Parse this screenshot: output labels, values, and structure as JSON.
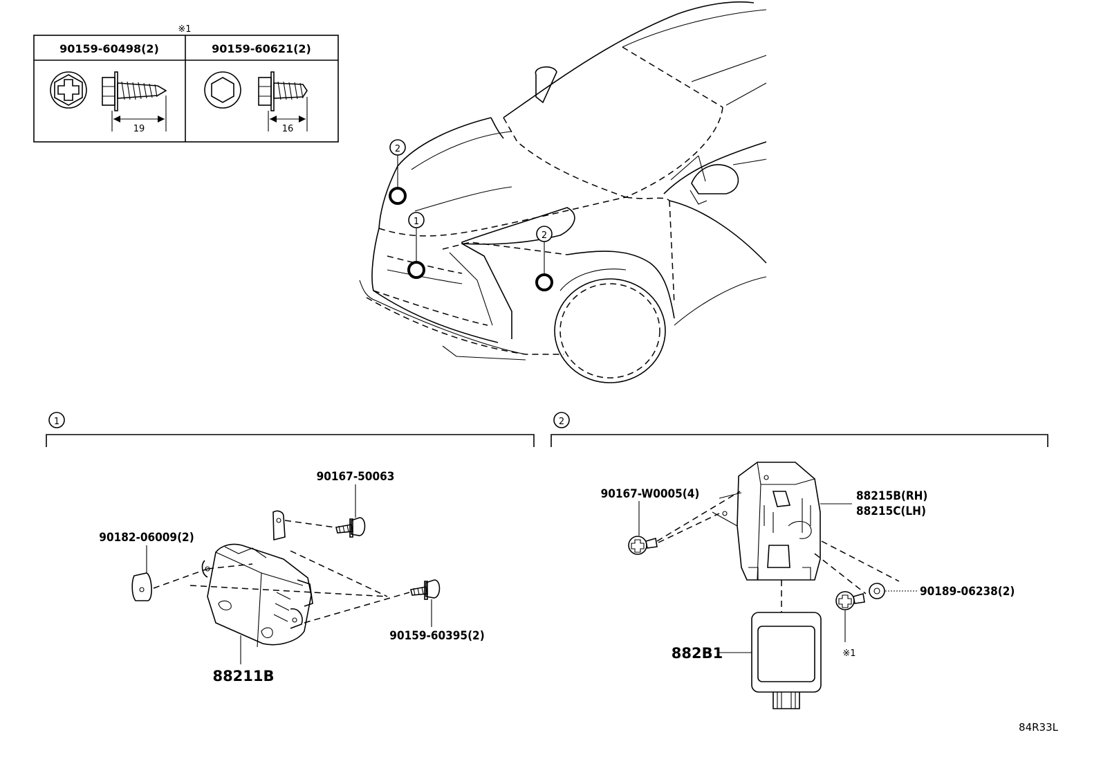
{
  "diagram_code": "84R33L",
  "note_marker": "※1",
  "fastener_table": {
    "col1_part": "90159-60498(2)",
    "col1_length": "19",
    "col2_part": "90159-60621(2)",
    "col2_length": "16"
  },
  "callouts": {
    "one": "1",
    "two": "2"
  },
  "section1": {
    "marker": "1",
    "parts": {
      "bolt_top": "90167-50063",
      "nut": "90182-06009(2)",
      "bolt_right": "90159-60395(2)",
      "sensor": "88211B"
    }
  },
  "section2": {
    "marker": "2",
    "parts": {
      "screw": "90167-W0005(4)",
      "bracket_rh": "88215B(RH)",
      "bracket_lh": "88215C(LH)",
      "clip": "90189-06238(2)",
      "note": "※1",
      "sensor": "882B1"
    }
  }
}
